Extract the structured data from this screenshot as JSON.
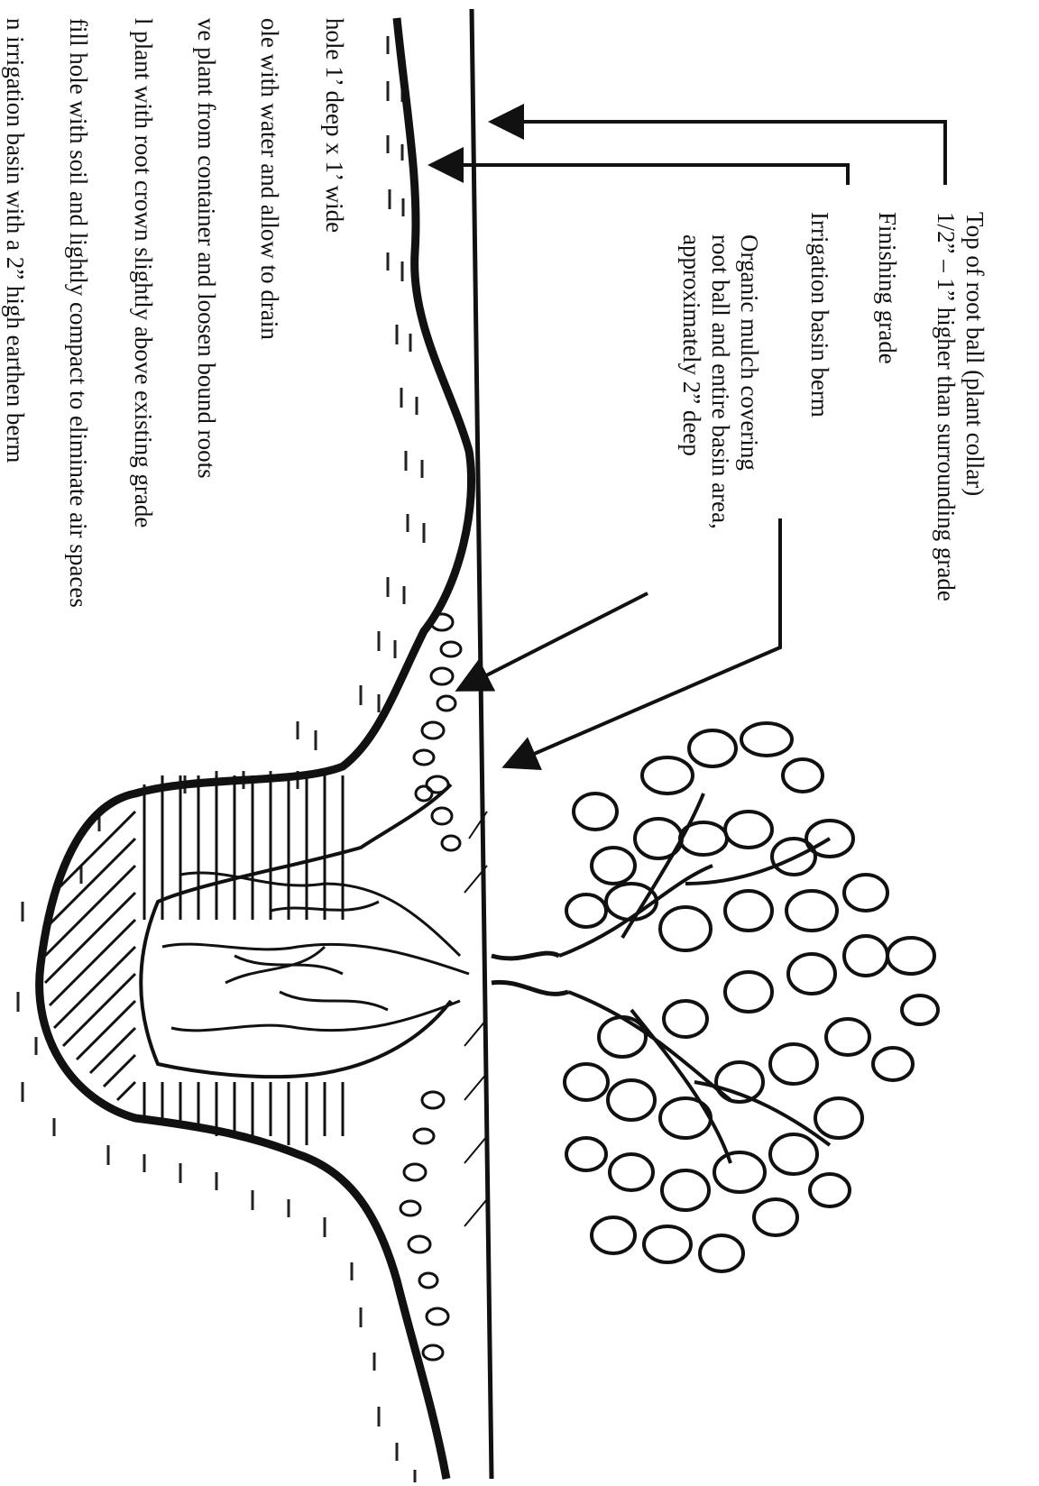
{
  "labels": {
    "root_ball_top": {
      "line1": "Top of root ball (plant collar)",
      "line2": "1/2” – 1” higher than surrounding grade"
    },
    "finishing_grade": "Finishing grade",
    "irrigation_berm": "Irrigation basin berm",
    "mulch": {
      "line1": "Organic mulch covering",
      "line2": "root ball and entire basin area,",
      "line3": "approximately 2” deep"
    }
  },
  "steps": [
    "hole 1’ deep x 1’ wide",
    "ole with water and allow to drain",
    "ve plant from container and loosen bound roots",
    "l plant with root crown slightly above existing grade",
    "fill hole with soil and lightly compact to eliminate air spaces",
    "n irrigation basin with a 2” high earthen berm"
  ]
}
